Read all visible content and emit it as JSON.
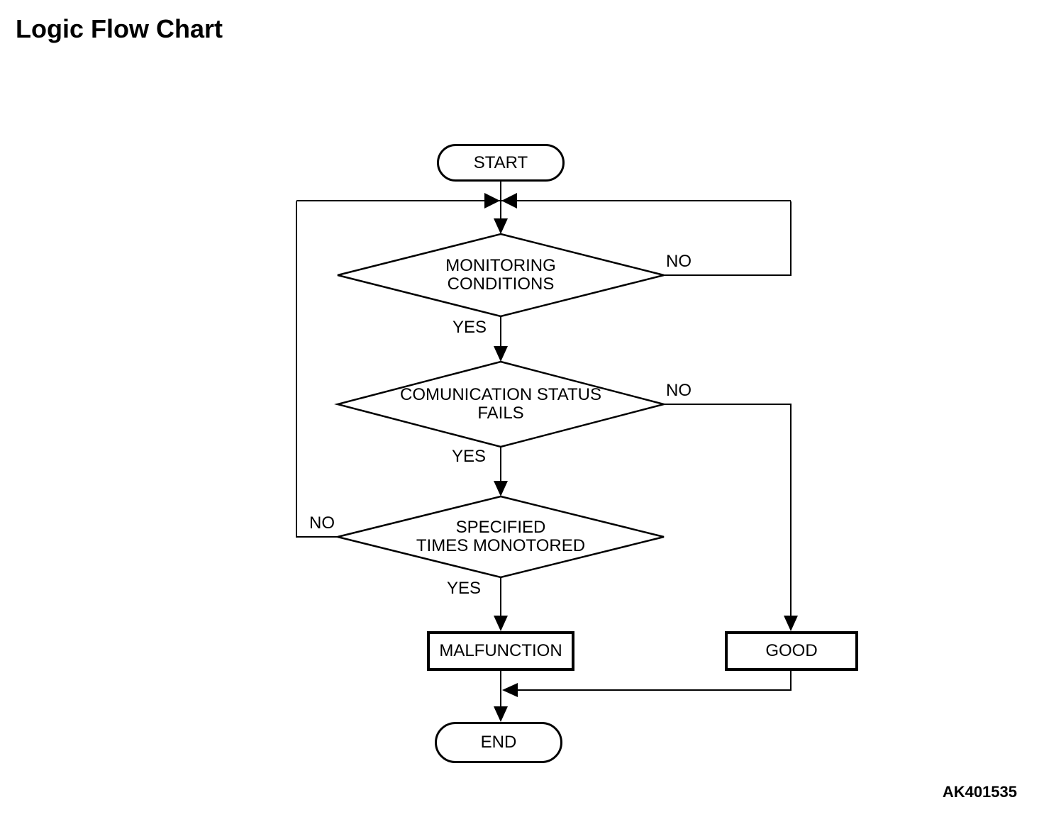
{
  "title": "Logic Flow Chart",
  "figure_id": "AK401535",
  "colors": {
    "line": "#000000",
    "background": "#ffffff",
    "text": "#000000"
  },
  "nodes": {
    "start": {
      "label": "START",
      "type": "terminator"
    },
    "monitoring": {
      "line1": "MONITORING",
      "line2": "CONDITIONS",
      "type": "decision"
    },
    "communication": {
      "line1": "COMUNICATION STATUS",
      "line2": "FAILS",
      "type": "decision"
    },
    "specified": {
      "line1": "SPECIFIED",
      "line2": "TIMES MONOTORED",
      "type": "decision"
    },
    "malfunction": {
      "label": "MALFUNCTION",
      "type": "process"
    },
    "good": {
      "label": "GOOD",
      "type": "process"
    },
    "end": {
      "label": "END",
      "type": "terminator"
    }
  },
  "edge_labels": {
    "monitoring_yes": "YES",
    "monitoring_no": "NO",
    "communication_yes": "YES",
    "communication_no": "NO",
    "specified_yes": "YES",
    "specified_no": "NO"
  },
  "edges": [
    {
      "from": "start",
      "to": "loop-junction",
      "label": ""
    },
    {
      "from": "loop-junction",
      "to": "monitoring",
      "label": ""
    },
    {
      "from": "monitoring",
      "to": "communication",
      "label": "YES"
    },
    {
      "from": "monitoring",
      "to": "loop-junction",
      "label": "NO"
    },
    {
      "from": "communication",
      "to": "specified",
      "label": "YES"
    },
    {
      "from": "communication",
      "to": "good",
      "label": "NO"
    },
    {
      "from": "specified",
      "to": "malfunction",
      "label": "YES"
    },
    {
      "from": "specified",
      "to": "loop-junction",
      "label": "NO"
    },
    {
      "from": "malfunction",
      "to": "end",
      "label": ""
    },
    {
      "from": "good",
      "to": "end",
      "label": ""
    }
  ]
}
